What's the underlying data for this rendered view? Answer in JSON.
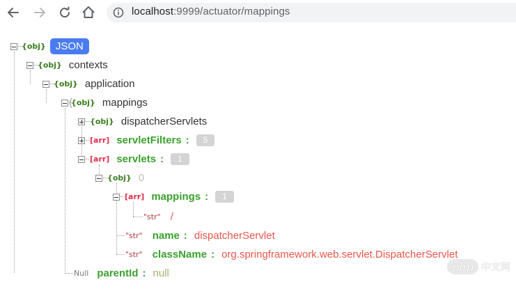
{
  "browser": {
    "url_host": "localhost",
    "url_rest": ":9999/actuator/mappings"
  },
  "tree": {
    "root": {
      "type": "{obj}",
      "label": "JSON"
    },
    "contexts": {
      "type": "{obj}",
      "key": "contexts"
    },
    "application": {
      "type": "{obj}",
      "key": "application"
    },
    "mappings": {
      "type": "{obj}",
      "key": "mappings"
    },
    "dispatcherServlets": {
      "type": "{obj}",
      "key": "dispatcherServlets"
    },
    "servletFilters": {
      "type": "[arr]",
      "key": "servletFilters",
      "count": "5"
    },
    "servlets": {
      "type": "[arr]",
      "key": "servlets",
      "count": "1"
    },
    "item0": {
      "type": "{obj}",
      "index": "0"
    },
    "item_mappings": {
      "type": "[arr]",
      "key": "mappings",
      "count": "1"
    },
    "mapping_value": {
      "type": "\"str\"",
      "value": "/"
    },
    "name": {
      "type": "\"str\"",
      "key": "name",
      "value": "dispatcherServlet"
    },
    "className": {
      "type": "\"str\"",
      "key": "className",
      "value": "org.springframework.web.servlet.DispatcherServlet"
    },
    "parentId": {
      "type": "Null",
      "key": "parentId",
      "value": "null"
    }
  },
  "watermark": {
    "brand": "php",
    "text": "中文网"
  }
}
